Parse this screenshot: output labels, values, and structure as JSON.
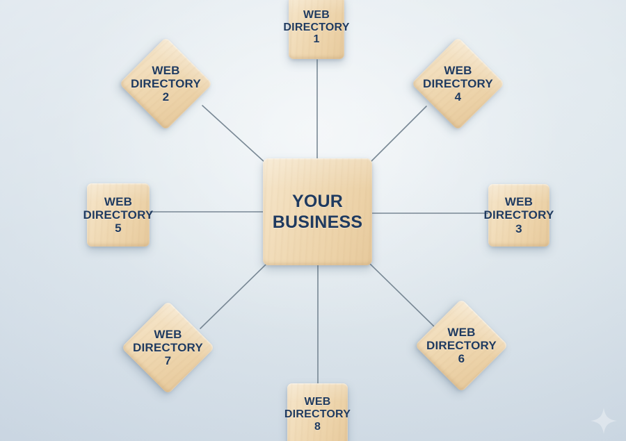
{
  "diagram": {
    "type": "hub-and-spoke",
    "title_visible": false,
    "background_color": "#dfe8ef",
    "block_color": "#efd8b2",
    "text_color": "#1f3a5f",
    "connector_color": "#6f7f8c",
    "center": {
      "id": "center",
      "line1": "YOUR",
      "line2": "BUSINESS",
      "shape": "square"
    },
    "nodes": [
      {
        "id": "node-1",
        "line1": "WEB",
        "line2": "DIRECTORY",
        "line3": "1",
        "shape": "square",
        "position": "top"
      },
      {
        "id": "node-2",
        "line1": "WEB",
        "line2": "DIRECTORY",
        "line3": "2",
        "shape": "diamond",
        "position": "top-left"
      },
      {
        "id": "node-3",
        "line1": "WEB",
        "line2": "DIRECTORY",
        "line3": "3",
        "shape": "square",
        "position": "right"
      },
      {
        "id": "node-4",
        "line1": "WEB",
        "line2": "DIRECTORY",
        "line3": "4",
        "shape": "diamond",
        "position": "top-right"
      },
      {
        "id": "node-5",
        "line1": "WEB",
        "line2": "DIRECTORY",
        "line3": "5",
        "shape": "square",
        "position": "left"
      },
      {
        "id": "node-6",
        "line1": "WEB",
        "line2": "DIRECTORY",
        "line3": "6",
        "shape": "diamond",
        "position": "bottom-right"
      },
      {
        "id": "node-7",
        "line1": "WEB",
        "line2": "DIRECTORY",
        "line3": "7",
        "shape": "diamond",
        "position": "bottom-left"
      },
      {
        "id": "node-8",
        "line1": "WEB",
        "line2": "DIRECTORY",
        "line3": "8",
        "shape": "square",
        "position": "bottom"
      }
    ],
    "watermark": {
      "icon": "four-point-star-icon",
      "position": "bottom-right"
    }
  }
}
